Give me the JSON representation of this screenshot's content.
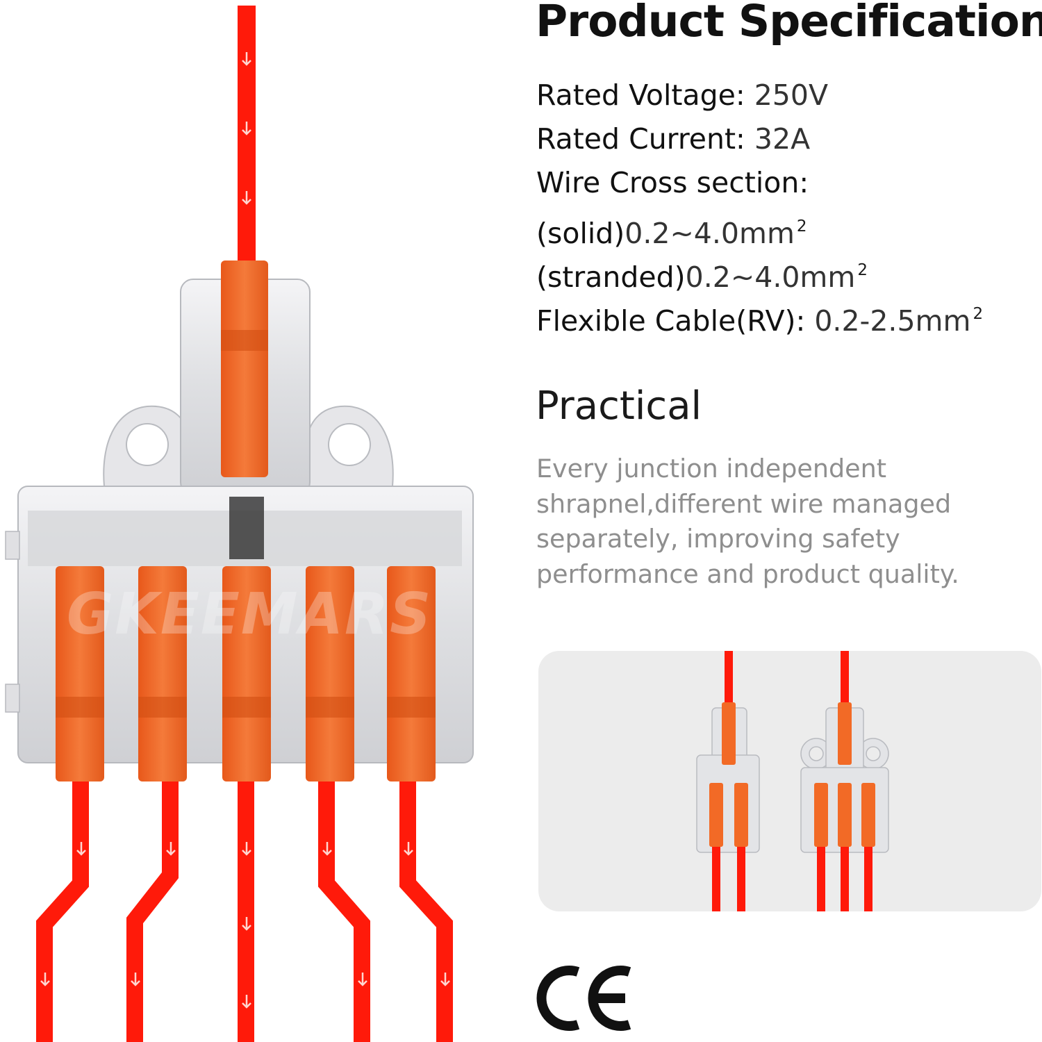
{
  "spec": {
    "title": "Product Specification",
    "lines": [
      {
        "label": "Rated Voltage:",
        "value": " 250V",
        "sup": ""
      },
      {
        "label": "Rated Current:",
        "value": " 32A",
        "sup": ""
      },
      {
        "label": "Wire Cross section:",
        "value": "",
        "sup": ""
      },
      {
        "label": "(solid)",
        "value": "0.2~4.0mm",
        "sup": "2"
      },
      {
        "label": "(stranded)",
        "value": "0.2~4.0mm",
        "sup": "2"
      },
      {
        "label": "Flexible Cable(RV):",
        "value": " 0.2-2.5mm",
        "sup": "2"
      }
    ]
  },
  "practical": {
    "title": "Practical",
    "lines": [
      "Every junction independent",
      "shrapnel,different wire managed",
      "separately, improving safety",
      "performance and product quality."
    ]
  },
  "brand": {
    "watermark": "GKEEMARS"
  },
  "certification": {
    "mark": "CE"
  },
  "colors": {
    "wire": "#ff1a0a",
    "lever": "#f26a26",
    "housing": "#e8e8ea",
    "panel": "#ececec"
  }
}
